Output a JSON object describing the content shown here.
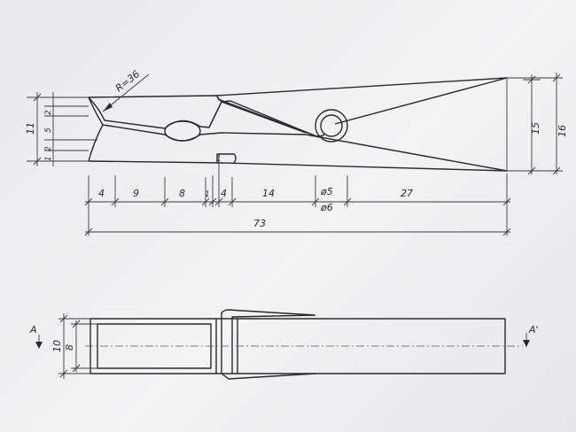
{
  "front_view": {
    "radius": "R=36",
    "height_11": "11",
    "d2a": "2",
    "d5": "5",
    "d2b": "2",
    "d1": "1",
    "d15": "15",
    "d16": "16",
    "len4": "4",
    "len9": "9",
    "len8": "8",
    "len1": "1",
    "len1b": "1",
    "len4b": "4",
    "len14": "14",
    "dia5": "ø5",
    "dia6": "ø6",
    "len27": "27",
    "total": "73"
  },
  "top_view": {
    "w10": "10",
    "w8": "8",
    "sec_a": "A",
    "sec_a2": "A'"
  }
}
